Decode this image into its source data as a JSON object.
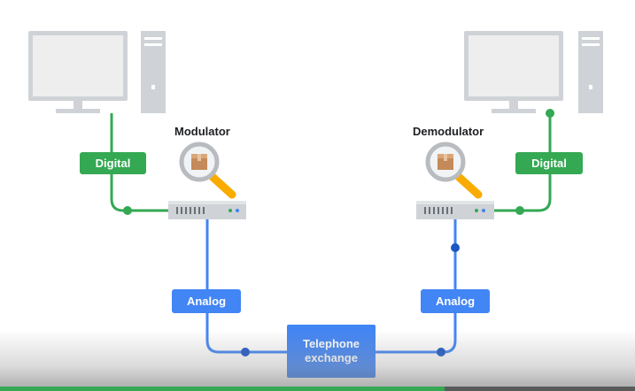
{
  "labels": {
    "modulator": "Modulator",
    "demodulator": "Demodulator",
    "digital_left": "Digital",
    "digital_right": "Digital",
    "analog_left": "Analog",
    "analog_right": "Analog",
    "exchange_line1": "Telephone",
    "exchange_line2": "exchange"
  },
  "colors": {
    "digital": "#34a853",
    "analog": "#4285f4",
    "analog_dot": "#1a56c4",
    "device_gray": "#cfd3d7",
    "screen": "#eeeeee"
  },
  "playback": {
    "progress_fraction": 0.7
  }
}
